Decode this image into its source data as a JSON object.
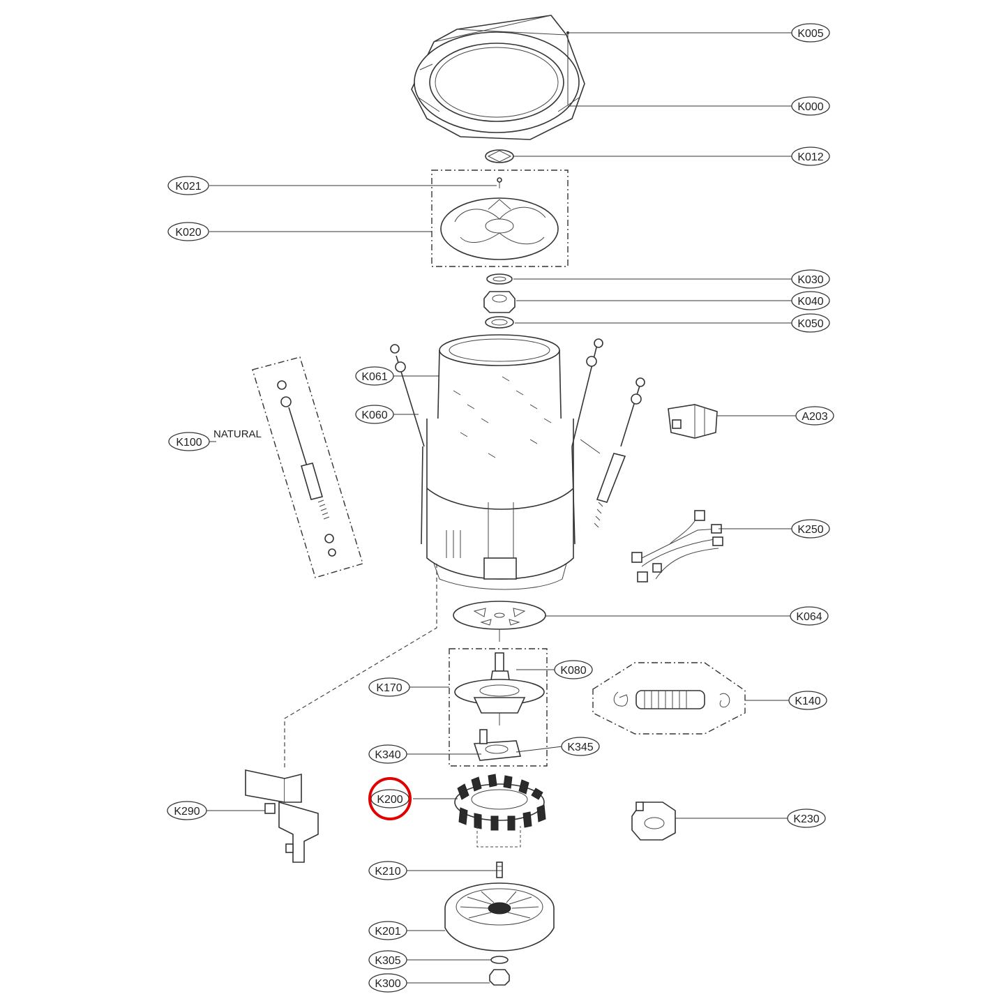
{
  "labels": {
    "K005": "K005",
    "K000": "K000",
    "K012": "K012",
    "K021": "K021",
    "K020": "K020",
    "K030": "K030",
    "K040": "K040",
    "K050": "K050",
    "K061": "K061",
    "K060": "K060",
    "A203": "A203",
    "K100": "K100",
    "K250": "K250",
    "K064": "K064",
    "K080": "K080",
    "K170": "K170",
    "K140": "K140",
    "K340": "K340",
    "K345": "K345",
    "K200": "K200",
    "K290": "K290",
    "K230": "K230",
    "K210": "K210",
    "K201": "K201",
    "K305": "K305",
    "K300": "K300"
  },
  "notes": {
    "natural": "NATURAL"
  },
  "highlight": {
    "part": "K200",
    "color": "#e00000"
  },
  "colors": {
    "line": "#333333",
    "highlight": "#e00000"
  }
}
